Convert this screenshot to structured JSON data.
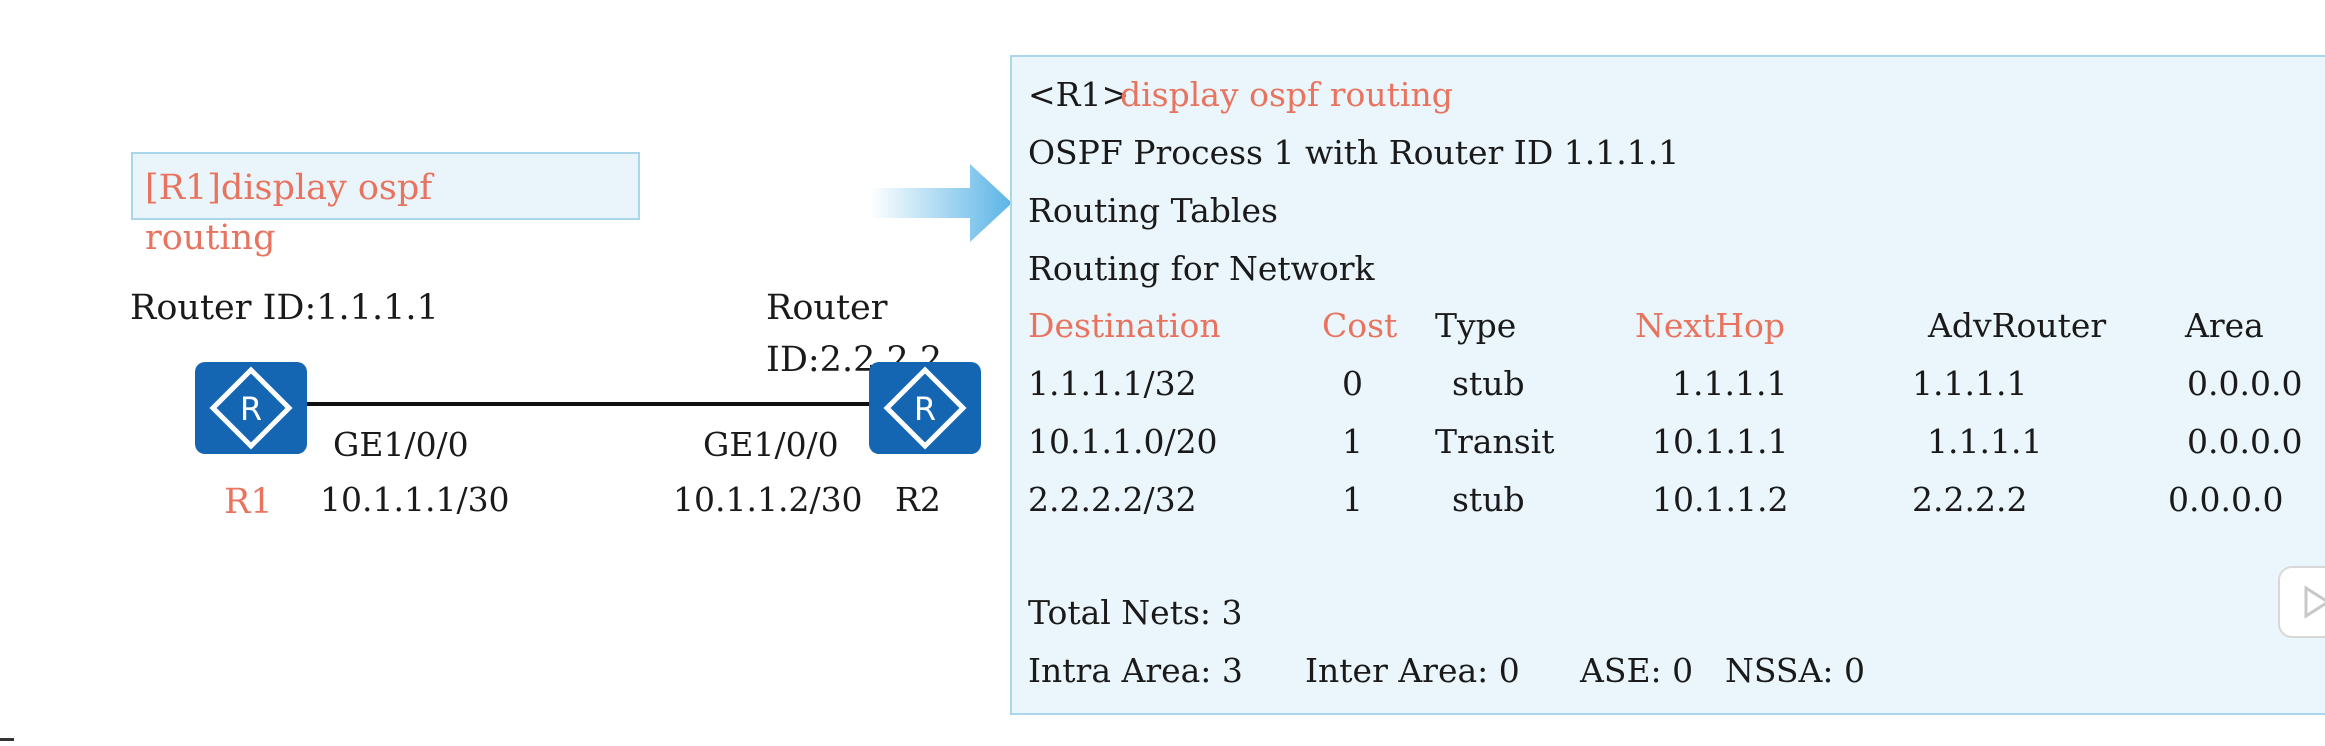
{
  "diagram": {
    "command_box": {
      "line1": "[R1]display ospf",
      "line2": "routing"
    },
    "r1": {
      "router_id": "Router ID:1.1.1.1",
      "name": "R1",
      "interface": "GE1/0/0",
      "ip": "10.1.1.1/30"
    },
    "r2": {
      "router_id_line1": "Router",
      "router_id_line2": "ID:2.2.2.2",
      "name": "R2",
      "interface": "GE1/0/0",
      "ip": "10.1.1.2/30"
    },
    "router_glyph": "R"
  },
  "terminal": {
    "prompt": "<R1>",
    "command": "display ospf routing",
    "process_line": "OSPF Process 1 with Router ID 1.1.1.1",
    "tables_line": "Routing Tables",
    "network_line": "Routing for Network",
    "headers": [
      "Destination",
      "Cost",
      "Type",
      "NextHop",
      "AdvRouter",
      "Area"
    ],
    "rows": [
      [
        "1.1.1.1/32",
        "0",
        "stub",
        "1.1.1.1",
        "1.1.1.1",
        "0.0.0.0"
      ],
      [
        "10.1.1.0/20",
        "1",
        "Transit",
        "10.1.1.1",
        "1.1.1.1",
        "0.0.0.0"
      ],
      [
        "2.2.2.2/32",
        "1",
        "stub",
        "10.1.1.2",
        "2.2.2.2",
        "0.0.0.0"
      ]
    ],
    "total_nets": "Total Nets: 3",
    "summary": {
      "intra": "Intra Area: 3",
      "inter": "Inter Area: 0",
      "ase": "ASE: 0",
      "nssa": "NSSA: 0"
    }
  },
  "colors": {
    "accent_red": "#e8735f",
    "router_blue": "#1466b3",
    "panel_bg": "#eaf6fb",
    "panel_border": "#a9d6ea",
    "arrow_blue": "#5ab4e6"
  },
  "icons": [
    "router-icon",
    "arrow-right-icon",
    "play-icon"
  ]
}
